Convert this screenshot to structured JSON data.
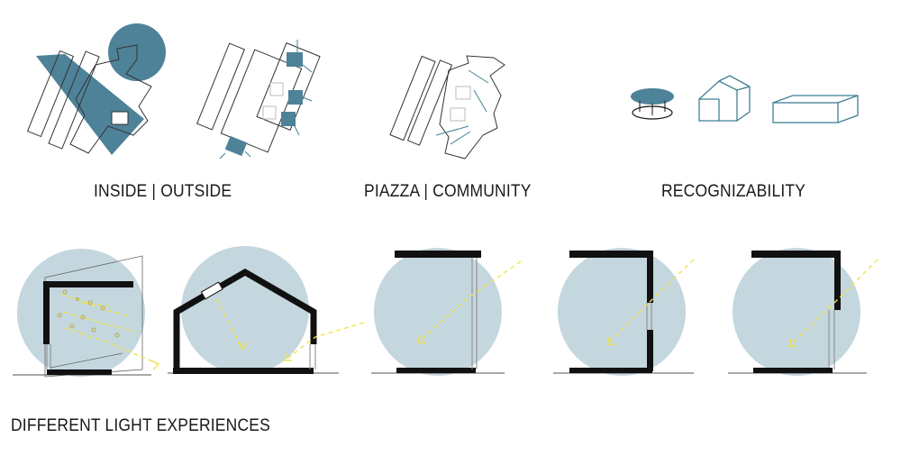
{
  "captions": {
    "inside_outside": "INSIDE | OUTSIDE",
    "piazza_community": "PIAZZA | COMMUNITY",
    "recognizability": "RECOGNIZABILITY",
    "light_experiences": "DIFFERENT LIGHT EXPERIENCES"
  },
  "colors": {
    "teal": "#4e8298",
    "circle_fill": "#c4d6de",
    "wall": "#111111",
    "outline": "#333333",
    "light_ray": "#f2e34c",
    "annotation_blue": "#3f7f96"
  }
}
